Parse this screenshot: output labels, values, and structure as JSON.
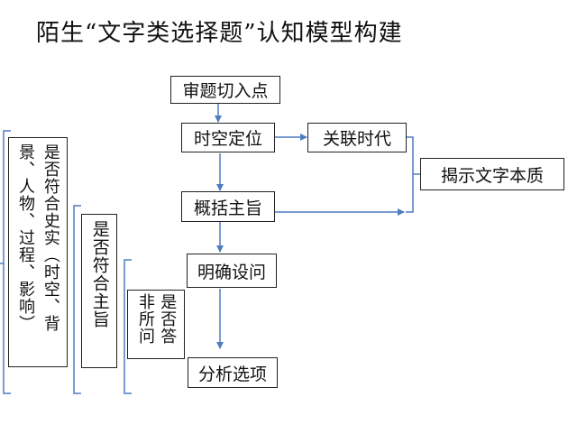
{
  "title": "陌生“文字类选择题”认知模型构建",
  "flow": {
    "entry": "审题切入点",
    "time_space": "时空定位",
    "era": "关联时代",
    "essence": "揭示文字本质",
    "summary": "概括主旨",
    "question": "明确设问",
    "options": "分析选项"
  },
  "checks": {
    "history": "是否符合史实（时空、背景、人物、过程、影响）",
    "theme": "是否符合主旨",
    "answer": "是否答非所问"
  },
  "colors": {
    "arrow": "#4f7cc0",
    "bracket": "#4f7cc0",
    "border": "#222222"
  }
}
